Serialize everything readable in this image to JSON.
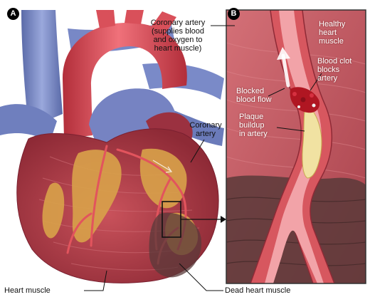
{
  "panels": {
    "a_badge": "A",
    "b_badge": "B"
  },
  "labels": {
    "coronary_artery_top": [
      "Coronary artery",
      "(supplies blood",
      "and oxygen to",
      "heart muscle)"
    ],
    "coronary_artery_mid": [
      "Coronary",
      "artery"
    ],
    "heart_muscle": "Heart muscle",
    "dead_heart_muscle": "Dead heart muscle",
    "healthy_heart_muscle": [
      "Healthy",
      "heart",
      "muscle"
    ],
    "blood_clot": [
      "Blood clot",
      "blocks",
      "artery"
    ],
    "blocked_blood_flow": [
      "Blocked",
      "blood flow"
    ],
    "plaque_buildup": [
      "Plaque",
      "buildup",
      "in artery"
    ]
  },
  "colors": {
    "muscle": "#b8404a",
    "muscle_dark": "#8e2a36",
    "fat": "#d9a24a",
    "vein_blue": "#7585c4",
    "aorta_red": "#d94550",
    "plaque": "#f1e2a2",
    "clot": "#b01622",
    "dead_tissue": "#5a3a3a",
    "panel_bg": "#c7616a",
    "border": "#333333"
  }
}
